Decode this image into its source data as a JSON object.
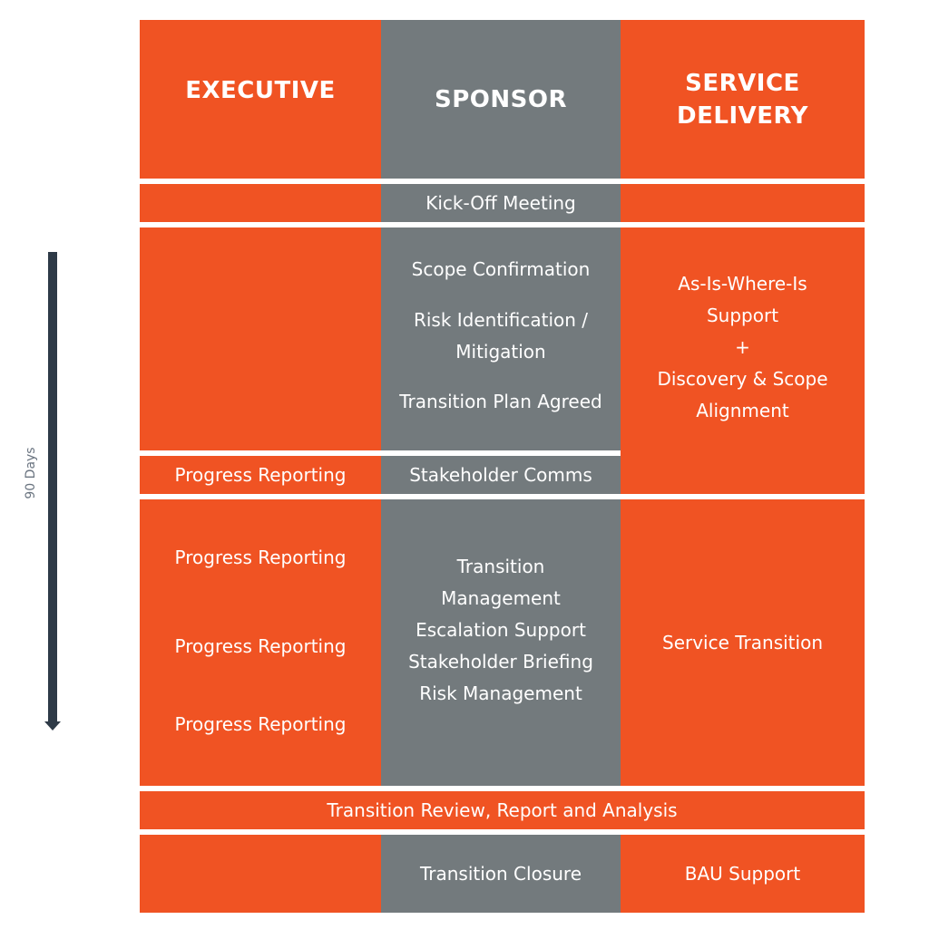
{
  "colors": {
    "executive": "#F05323",
    "sponsor": "#737A7D",
    "arrow": "#2E3A47"
  },
  "timeline": {
    "label": "90 Days",
    "icon": "arrow-down-icon"
  },
  "headers": {
    "executive": "EXECUTIVE",
    "sponsor": "SPONSOR",
    "service": [
      "SERVICE",
      "DELIVERY"
    ]
  },
  "kickoff": {
    "sponsor": "Kick-Off Meeting"
  },
  "phase1": {
    "sponsor": [
      "Scope Confirmation",
      "Risk Identification /",
      "Mitigation",
      "Transition Plan Agreed"
    ],
    "service": [
      "As-Is-Where-Is",
      "Support",
      "+",
      "Discovery & Scope",
      "Alignment"
    ],
    "executive2": "Progress Reporting",
    "sponsor2": "Stakeholder Comms"
  },
  "phase2": {
    "executive": [
      "Progress Reporting",
      "Progress Reporting",
      "Progress Reporting"
    ],
    "sponsor": [
      "Transition",
      "Management",
      "Escalation Support",
      "Stakeholder Briefing",
      "Risk Management"
    ],
    "service": "Service Transition"
  },
  "review": "Transition Review, Report and Analysis",
  "closure": {
    "sponsor": "Transition Closure",
    "service": "BAU Support"
  }
}
